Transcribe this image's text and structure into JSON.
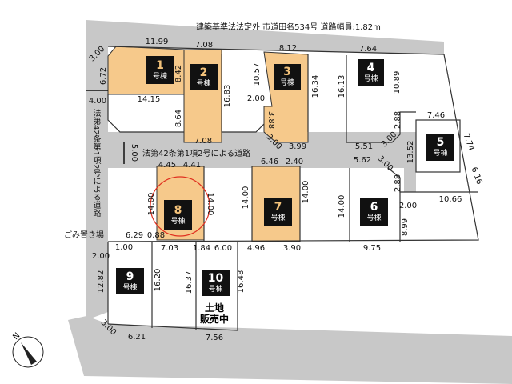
{
  "roads": {
    "top": "建築基準法法定外 市道田名534号 道路幅員:1.82m",
    "middle": "法第42条第1項2号による道路",
    "left": "法第42条第1項2号による道路",
    "garbage": "ごみ置き場"
  },
  "lots": [
    {
      "number": "1",
      "suffix": "号棟",
      "status": "highlighted"
    },
    {
      "number": "2",
      "suffix": "号棟",
      "status": "highlighted"
    },
    {
      "number": "3",
      "suffix": "号棟",
      "status": "highlighted"
    },
    {
      "number": "4",
      "suffix": "号棟",
      "status": "plain"
    },
    {
      "number": "5",
      "suffix": "号棟",
      "status": "plain"
    },
    {
      "number": "6",
      "suffix": "号棟",
      "status": "plain"
    },
    {
      "number": "7",
      "suffix": "号棟",
      "status": "highlighted"
    },
    {
      "number": "8",
      "suffix": "号棟",
      "status": "highlighted-circled"
    },
    {
      "number": "9",
      "suffix": "号棟",
      "status": "plain"
    },
    {
      "number": "10",
      "suffix": "号棟",
      "status": "plain",
      "note_line1": "土地",
      "note_line2": "販売中"
    }
  ],
  "dims": [
    "3.00",
    "11.99",
    "7.08",
    "8.12",
    "7.64",
    "6.72",
    "8.42",
    "16.83",
    "10.57",
    "16.34",
    "16.13",
    "10.89",
    "4.00",
    "14.15",
    "2.00",
    "8.64",
    "3.88",
    "2.88",
    "7.46",
    "7.74",
    "13.52",
    "7.08",
    "3.00",
    "3.99",
    "5.51",
    "3.00",
    "5.00",
    "4.45",
    "4.41",
    "6.46",
    "2.40",
    "5.62",
    "3.00",
    "6.16",
    "2.88",
    "14.00",
    "14.00",
    "14.00",
    "14.00",
    "14.00",
    "2.00",
    "10.66",
    "8.99",
    "6.29",
    "0.88",
    "1.00",
    "2.00",
    "7.03",
    "1.84",
    "6.00",
    "4.96",
    "3.90",
    "9.75",
    "12.82",
    "16.20",
    "16.37",
    "16.48",
    "3.00",
    "6.21",
    "7.56"
  ],
  "compass": "N",
  "colors": {
    "lot": "#f6c98b",
    "road": "#c8c8c8",
    "building": "#111111",
    "circle": "#e03020"
  }
}
